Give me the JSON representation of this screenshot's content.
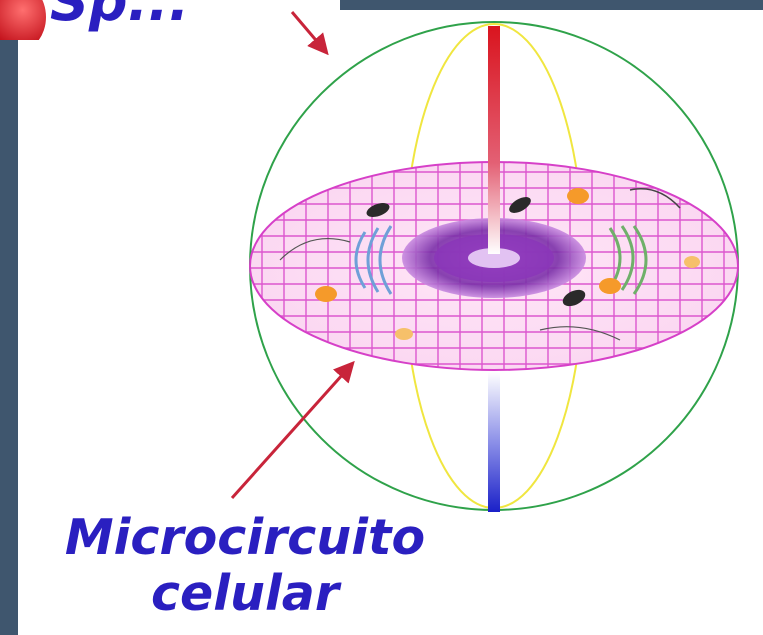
{
  "top_label_partial": "Sp...",
  "caption": {
    "line1": "Microcircuito",
    "line2": "celular"
  },
  "colors": {
    "background": "#3f566e",
    "panel": "#ffffff",
    "label": "#2a1fc0",
    "arrow": "#c8243a",
    "sphere_outline": "#2fa24a",
    "meridian": "#f0e640",
    "grid": "#d640c8",
    "axis_top": "#d9141e",
    "axis_bottom": "#1a20c8"
  },
  "icons": {
    "cell_icon": "cell-organelles-icon"
  }
}
